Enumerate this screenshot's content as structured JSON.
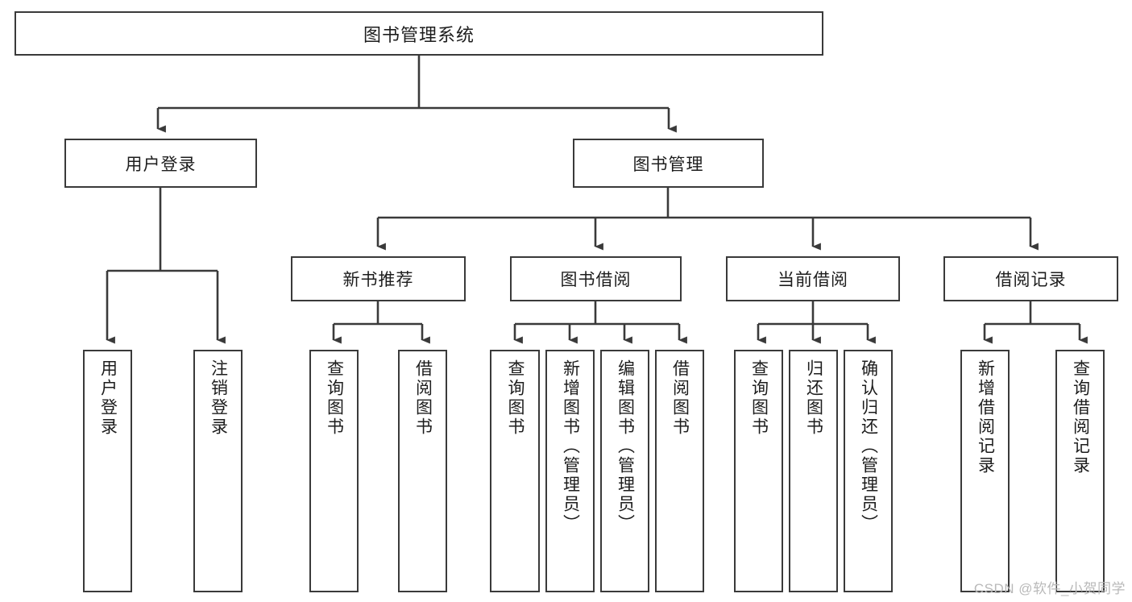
{
  "diagram": {
    "title": "图书管理系统",
    "type": "tree",
    "watermark": "CSDN @软件_小贺同学",
    "colors": {
      "stroke": "#3a3a3a",
      "fill": "#ffffff",
      "text": "#1d1d1d",
      "watermark": "#b9b9b9"
    },
    "nodes": {
      "root": {
        "label": "图书管理系统",
        "orientation": "horizontal"
      },
      "level2": [
        {
          "id": "user-login",
          "label": "用户登录",
          "orientation": "horizontal"
        },
        {
          "id": "book-manage",
          "label": "图书管理",
          "orientation": "horizontal"
        }
      ],
      "level3": [
        {
          "id": "new-book-rec",
          "label": "新书推荐",
          "orientation": "horizontal"
        },
        {
          "id": "book-borrow",
          "label": "图书借阅",
          "orientation": "horizontal"
        },
        {
          "id": "current-borrow",
          "label": "当前借阅",
          "orientation": "horizontal"
        },
        {
          "id": "borrow-record",
          "label": "借阅记录",
          "orientation": "horizontal"
        }
      ],
      "leaves": [
        {
          "id": "leaf-user-login",
          "label": "用户登录",
          "parent": "user-login",
          "orientation": "vertical"
        },
        {
          "id": "leaf-logout",
          "label": "注销登录",
          "parent": "user-login",
          "orientation": "vertical"
        },
        {
          "id": "leaf-query-book-1",
          "label": "查询图书",
          "parent": "new-book-rec",
          "orientation": "vertical"
        },
        {
          "id": "leaf-borrow-book-1",
          "label": "借阅图书",
          "parent": "new-book-rec",
          "orientation": "vertical"
        },
        {
          "id": "leaf-query-book-2",
          "label": "查询图书",
          "parent": "book-borrow",
          "orientation": "vertical"
        },
        {
          "id": "leaf-add-book",
          "label": "新增图书（管理员）",
          "parent": "book-borrow",
          "orientation": "vertical"
        },
        {
          "id": "leaf-edit-book",
          "label": "编辑图书（管理员）",
          "parent": "book-borrow",
          "orientation": "vertical"
        },
        {
          "id": "leaf-borrow-book-2",
          "label": "借阅图书",
          "parent": "book-borrow",
          "orientation": "vertical"
        },
        {
          "id": "leaf-query-book-3",
          "label": "查询图书",
          "parent": "current-borrow",
          "orientation": "vertical"
        },
        {
          "id": "leaf-return-book",
          "label": "归还图书",
          "parent": "current-borrow",
          "orientation": "vertical"
        },
        {
          "id": "leaf-confirm-return",
          "label": "确认归还（管理员）",
          "parent": "current-borrow",
          "orientation": "vertical"
        },
        {
          "id": "leaf-add-record",
          "label": "新增借阅记录",
          "parent": "borrow-record",
          "orientation": "vertical"
        },
        {
          "id": "leaf-query-record",
          "label": "查询借阅记录",
          "parent": "borrow-record",
          "orientation": "vertical"
        }
      ]
    }
  }
}
